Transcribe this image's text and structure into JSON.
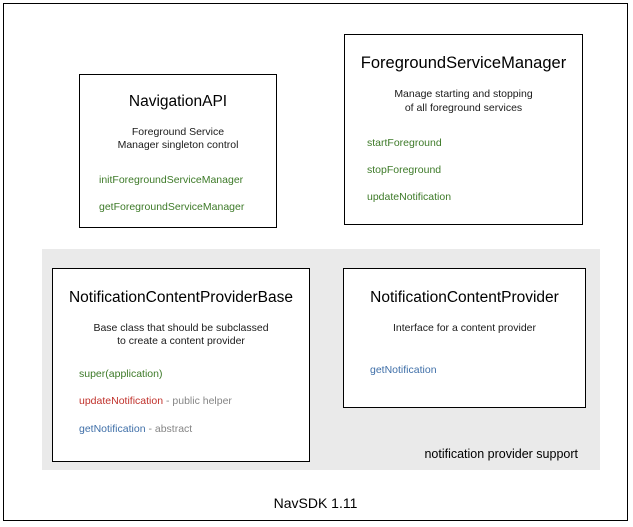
{
  "diagram": {
    "footer_label": "NavSDK 1.11",
    "group_panel": {
      "caption": "notification provider support",
      "background_color": "#eaeaea"
    },
    "colors": {
      "member_green": "#3d7a28",
      "member_red": "#c0312b",
      "member_blue": "#3f6fa8",
      "member_note_gray": "#858585",
      "border": "#000000",
      "background": "#ffffff"
    },
    "boxes": [
      {
        "id": "navigation-api",
        "title": "NavigationAPI",
        "description_lines": [
          "Foreground Service",
          "Manager singleton control"
        ],
        "members": [
          {
            "name": "initForegroundServiceManager",
            "color": "green",
            "note": ""
          },
          {
            "name": "getForegroundServiceManager",
            "color": "green",
            "note": ""
          }
        ]
      },
      {
        "id": "foreground-service-manager",
        "title": "ForegroundServiceManager",
        "description_lines": [
          "Manage starting and stopping",
          "of all foreground services"
        ],
        "members": [
          {
            "name": "startForeground",
            "color": "green",
            "note": ""
          },
          {
            "name": "stopForeground",
            "color": "green",
            "note": ""
          },
          {
            "name": "updateNotification",
            "color": "green",
            "note": ""
          }
        ]
      },
      {
        "id": "notification-content-provider-base",
        "title": "NotificationContentProviderBase",
        "description_lines": [
          "Base class that should be subclassed",
          "to create a content provider"
        ],
        "members": [
          {
            "name": "super(application)",
            "color": "green",
            "note": ""
          },
          {
            "name": "updateNotification",
            "color": "red",
            "note": " - public helper"
          },
          {
            "name": "getNotification",
            "color": "blue",
            "note": " - abstract"
          }
        ]
      },
      {
        "id": "notification-content-provider",
        "title": "NotificationContentProvider",
        "description_lines": [
          "Interface for a content provider"
        ],
        "members": [
          {
            "name": "getNotification",
            "color": "blue",
            "note": ""
          }
        ]
      }
    ]
  }
}
